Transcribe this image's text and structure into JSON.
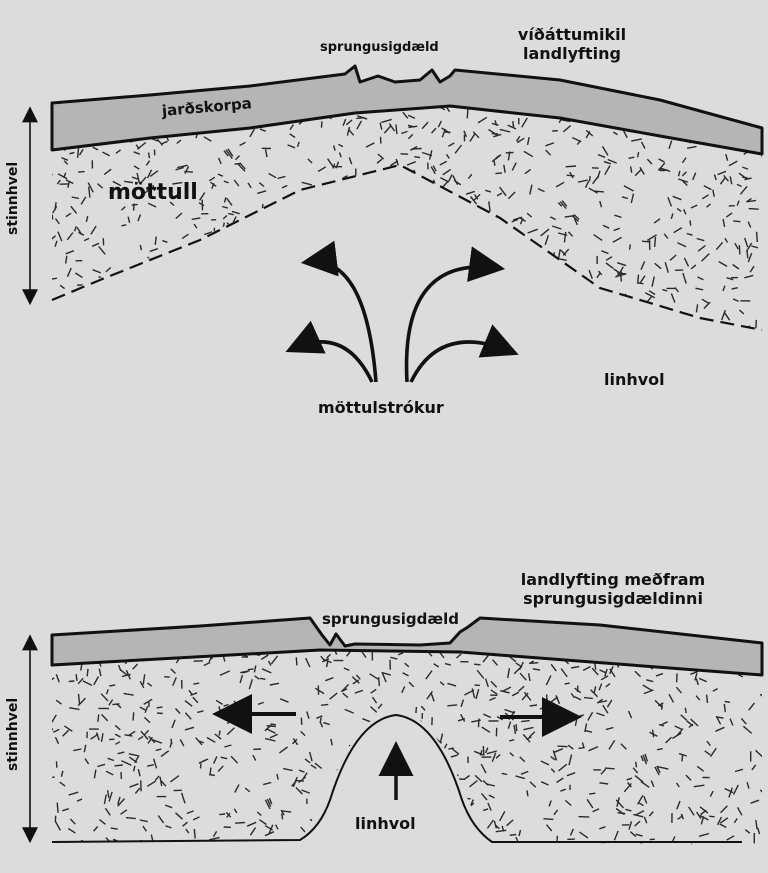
{
  "top_panel": {
    "crust_label": "jarðskorpa",
    "mantle_label": "möttull",
    "rift_label": "sprungusigdæld",
    "uplift_label_line1": "víðáttumikil",
    "uplift_label_line2": "landlyfting",
    "lithosphere_label": "stinnhvel",
    "asthenosphere_label": "linhvol",
    "plume_label": "möttulstrókur"
  },
  "bottom_panel": {
    "rift_label": "sprungusigdæld",
    "uplift_label_line1": "landlyfting meðfram",
    "uplift_label_line2": "sprungusigdældinni",
    "lithosphere_label": "stinnhvel",
    "asthenosphere_label": "linhvol"
  },
  "colors": {
    "background": "#dcdcdc",
    "crust_fill": "#b5b5b5",
    "line": "#111111"
  }
}
